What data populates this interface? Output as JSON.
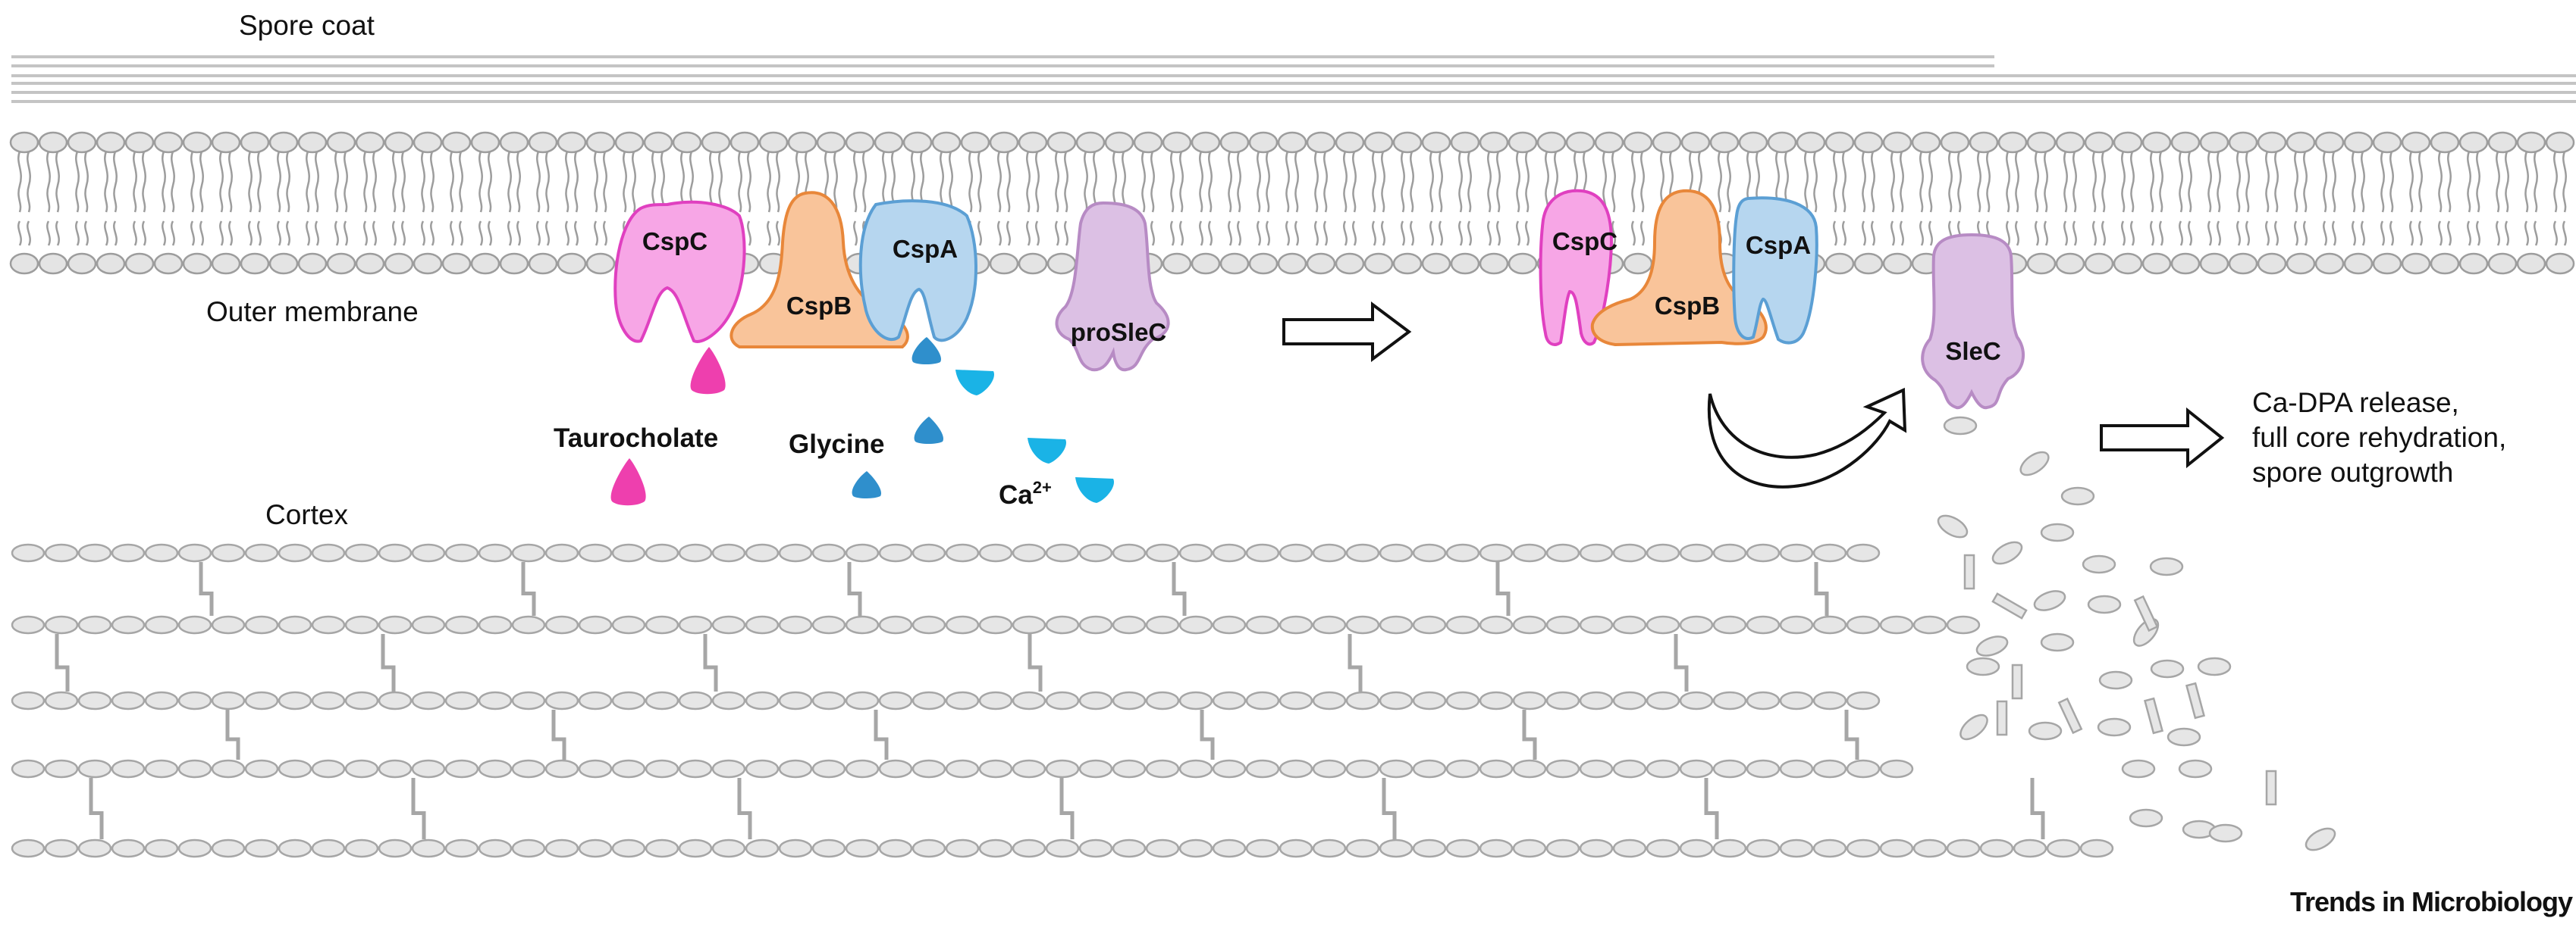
{
  "labels": {
    "spore_coat": "Spore coat",
    "outer_membrane": "Outer membrane",
    "cortex": "Cortex",
    "taurocholate": "Taurocholate",
    "glycine": "Glycine",
    "calcium": "Ca",
    "calcium_charge": "2+",
    "outcome": "Ca-DPA release,\nfull core rehydration,\nspore outgrowth",
    "watermark": "Trends in Microbiology"
  },
  "proteins": {
    "cspc": "CspC",
    "cspb": "CspB",
    "cspa": "CspA",
    "prosle": "proSleC",
    "sle": "SleC"
  },
  "colors": {
    "cspc": "#f7a6e6",
    "cspc_stroke": "#e040c0",
    "cspb": "#f9c49a",
    "cspb_stroke": "#e8873a",
    "cspa": "#b6d6ef",
    "cspa_stroke": "#5b9fd4",
    "sle": "#dcc0e4",
    "sle_stroke": "#b78bc4",
    "taurocholate": "#ee3fae",
    "glycine": "#2f8fcc",
    "calcium": "#1ab3e6",
    "membrane": "#bdbdbd"
  }
}
